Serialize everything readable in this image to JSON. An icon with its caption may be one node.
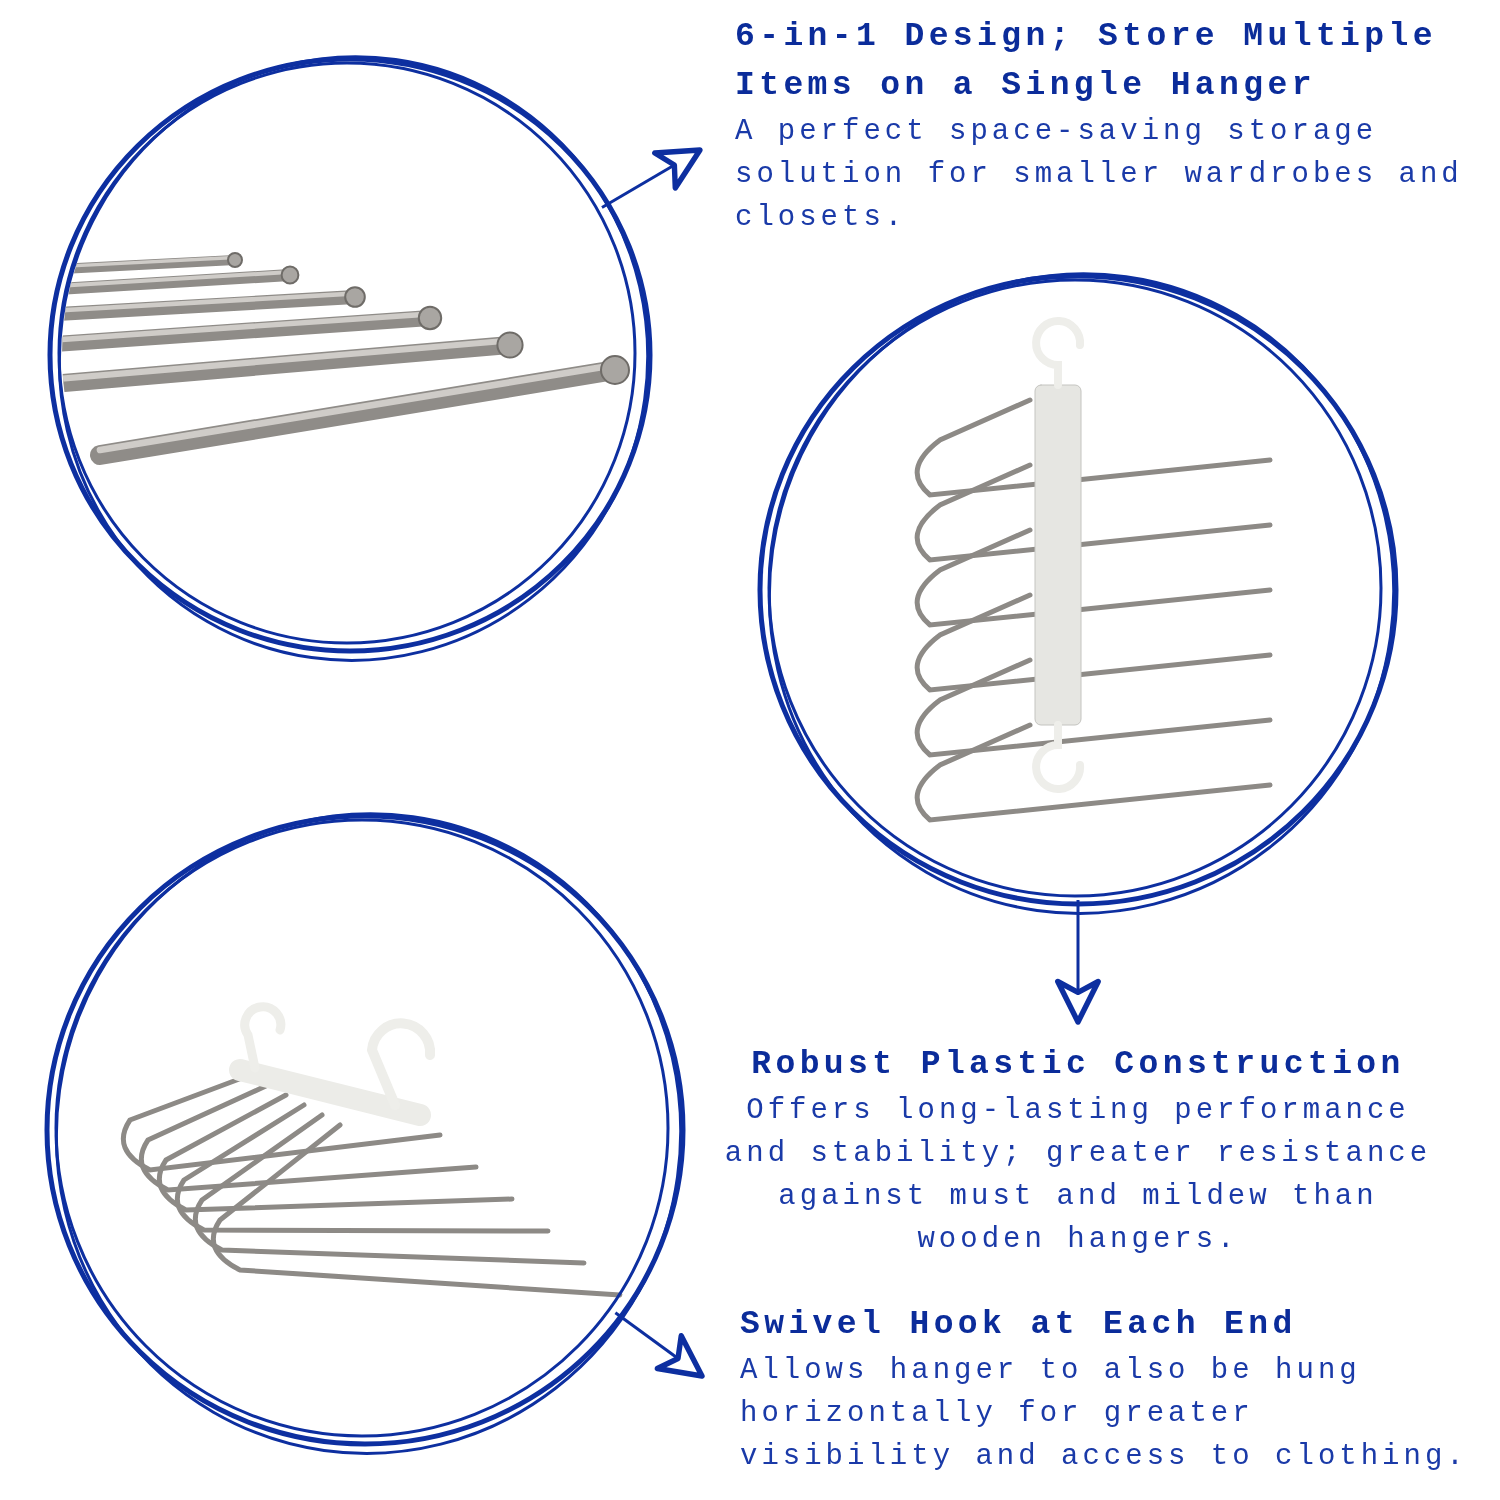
{
  "diagram": {
    "nodes": [
      {
        "text": [],
        "shape": "picture"
      },
      {
        "text": [
          "6-in-1 Design; Store Multiple Items on a Single Hanger",
          "A perfect space-saving storage solution for smaller wardrobes and closets."
        ]
      },
      {
        "text": [],
        "shape": "picture"
      },
      {
        "text": [
          "Robust Plastic Construction",
          "Offers long-lasting performance and stability; greater resistance against must and mildew than wooden hangers."
        ]
      },
      {
        "text": [],
        "shape": "picture"
      },
      {
        "text": [
          "Swivel Hook at Each End",
          "Allows hanger to also be hung horizontally for greater visibility and access to clothing."
        ]
      }
    ],
    "edges": [
      {
        "from": 0,
        "to": 1,
        "arrow": "to"
      },
      {
        "from": 2,
        "to": 3,
        "arrow": "to"
      },
      {
        "from": 4,
        "to": 5,
        "arrow": "to"
      }
    ]
  }
}
